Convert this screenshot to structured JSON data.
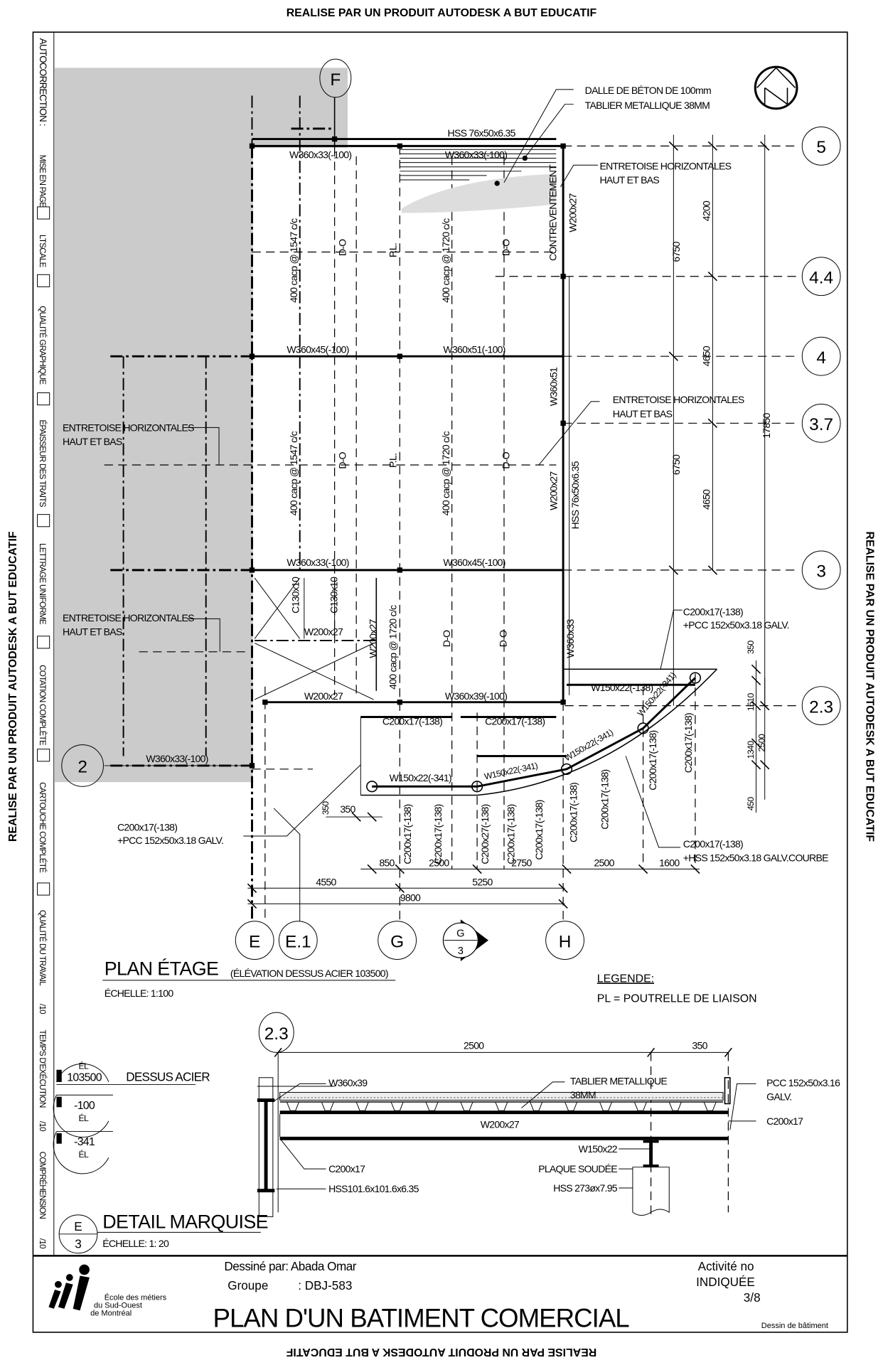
{
  "banner": {
    "top": "REALISE PAR UN PRODUIT AUTODESK A BUT EDUCATIF",
    "bottom": "REALISE PAR UN PRODUIT AUTODESK A BUT EDUCATIF",
    "left": "REALISE PAR UN PRODUIT AUTODESK A BUT EDUCATIF",
    "right": "REALISE PAR UN PRODUIT AUTODESK A BUT EDUCATIF"
  },
  "checklist": {
    "heading": "AUTOCORRECTION :",
    "items": [
      "MISE EN PAGE",
      "LTSCALE",
      "QUALITÉ GRAPHIQUE",
      "ÉPAISSEUR DES TRAITS",
      "LETTRAGE UNIFORME",
      "COTATION COMPLÈTE",
      "CARTOUCHE COMPLÉTÉ"
    ],
    "scored": [
      "QUALITÉ DU TRAVAIL",
      "TEMPS D'EXÉCUTION",
      "COMPRÉHENSION"
    ],
    "score_suffix": "/10"
  },
  "grid": {
    "F": "F",
    "E": "E",
    "E1": "E.1",
    "G": "G",
    "H": "H",
    "r5": "5",
    "r44": "4.4",
    "r4": "4",
    "r37": "3.7",
    "r3": "3",
    "r23": "2.3",
    "r2": "2",
    "section_top": "G",
    "section_bottom": "3"
  },
  "plan": {
    "labels": [
      "DALLE DE BÉTON DE 100mm",
      "TABLIER METALLIQUE 38MM",
      "HSS 76x50x6.35",
      "W360x33(-100)",
      "W360x33(-100)",
      "ENTRETOISE HORIZONTALES",
      "HAUT ET BAS",
      "CONTREVENTEMENT",
      "W200x27",
      "400 cacp @ 1547 c/c",
      "D-O",
      "P.L.",
      "400 cacp @ 1720 c/c",
      "D-O",
      "W360x45(-100)",
      "W360x51(-100)",
      "W360x51",
      "ENTRETOISE HORIZONTALES",
      "HAUT ET BAS",
      "ENTRETOISE HORIZONTALES",
      "HAUT ET BAS",
      "400 cacp @ 1547 c/c",
      "D-O",
      "P.L.",
      "400 cacp @ 1720 c/c",
      "D-O",
      "W200x27",
      "HSS 76x50x6.35",
      "W360x33(-100)",
      "W360x45(-100)",
      "ENTRETOISE HORIZONTALES",
      "HAUT ET BAS",
      "C130x10",
      "C130x10",
      "W200x27",
      "W200x27",
      "400 cacp @ 1720 c/c",
      "D-O",
      "D-O",
      "W360x33",
      "W200x27",
      "W360x39(-100)",
      "C200x17(-138)",
      "C200x17(-138)",
      "W360x33(-100)",
      "C200x17(-138)",
      "+PCC 152x50x3.18 GALV.",
      "C200x17(-138)",
      "+PCC 152x50x3.18 GALV.",
      "W150x22(-138)",
      "W150x22(-341)",
      "W150x22(-341)",
      "W150x22(-341)",
      "W150x22(-341)",
      "C200x17(-138)",
      "C200x17(-138)",
      "C200x27(-138)",
      "C200x17(-138)",
      "C200x17(-138)",
      "C200x17(-138)",
      "C200x17(-138)",
      "C200x17(-138)",
      "C200x17(-138)",
      "C200x17(-138)",
      "+HSS 152x50x3.18 GALV.COURBE"
    ],
    "dims": [
      "6750",
      "4200",
      "4650",
      "6750",
      "4650",
      "17850",
      "350",
      "1610",
      "1340",
      "2500",
      "450",
      "350",
      "350",
      "850",
      "2500",
      "2750",
      "2500",
      "1600",
      "4550",
      "5250",
      "9800"
    ],
    "title": "PLAN ÉTAGE",
    "elevation_note": "(ÉLÉVATION DESSUS ACIER 103500)",
    "scale": "ÉCHELLE: 1:100"
  },
  "legend": {
    "heading": "LEGENDE:",
    "entry": "PL = POUTRELLE DE LIAISON"
  },
  "detail": {
    "title": "DETAIL MARQUISE",
    "scale": "ÉCHELLE: 1: 20",
    "bubble_top": "E",
    "bubble_bottom": "3",
    "grid": "2.3",
    "dims": [
      "2500",
      "350"
    ],
    "el_label": "ÉL",
    "elevations": [
      "103500",
      "-100",
      "-341"
    ],
    "dessus_acier": "DESSUS ACIER",
    "labels": [
      "W360x39",
      "TABLIER METALLIQUE",
      "38MM",
      "PCC 152x50x3.16",
      "GALV.",
      "C200x17",
      "W200x27",
      "W150x22",
      "PLAQUE SOUDÉE",
      "HSS 273øx7.95",
      "C200x17",
      "HSS101.6x101.6x6.35"
    ]
  },
  "title_block": {
    "school": [
      "École des métiers",
      "du Sud-Ouest",
      "de Montréal"
    ],
    "drawn_by": "Dessiné par: Abada Omar",
    "group_label": "Groupe",
    "group_value": ": DBJ-583",
    "title": "PLAN D'UN BATIMENT COMERCIAL",
    "activity_label": "Activité no",
    "activity_value": "INDIQUÉE",
    "sheet": "3/8",
    "discipline": "Dessin de bâtiment"
  }
}
